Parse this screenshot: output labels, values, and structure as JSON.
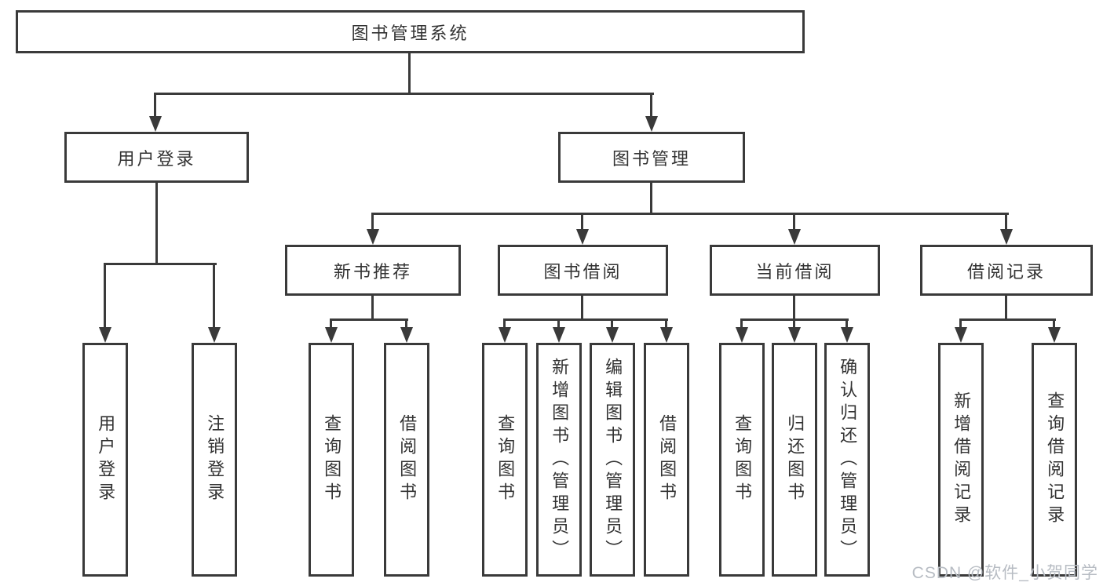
{
  "nodes": {
    "root": {
      "label": "图书管理系统"
    },
    "user_login": {
      "label": "用户登录"
    },
    "book_management": {
      "label": "图书管理"
    },
    "new_book_recommend": {
      "label": "新书推荐"
    },
    "book_borrowing": {
      "label": "图书借阅"
    },
    "current_borrowing": {
      "label": "当前借阅"
    },
    "borrowing_records": {
      "label": "借阅记录"
    },
    "leaf_user_login": {
      "label": "用户登录"
    },
    "leaf_logout": {
      "label": "注销登录"
    },
    "leaf_recommend_query_books": {
      "label": "查询图书"
    },
    "leaf_recommend_borrow_books": {
      "label": "借阅图书"
    },
    "leaf_borrowing_query_books": {
      "label": "查询图书"
    },
    "leaf_borrowing_add_books": {
      "label": "新增图书（管理员）"
    },
    "leaf_borrowing_edit_books": {
      "label": "编辑图书（管理员）"
    },
    "leaf_borrowing_borrow_books": {
      "label": "借阅图书"
    },
    "leaf_current_query_books": {
      "label": "查询图书"
    },
    "leaf_current_return_books": {
      "label": "归还图书"
    },
    "leaf_current_confirm_return": {
      "label": "确认归还（管理员）"
    },
    "leaf_records_add_record": {
      "label": "新增借阅记录"
    },
    "leaf_records_query_record": {
      "label": "查询借阅记录"
    }
  },
  "watermark": {
    "text": "CSDN @软件_小贺同学"
  },
  "colors": {
    "line": "#3a3a3a",
    "text": "#333333",
    "bg": "#ffffff",
    "watermark": "#b7bcc3"
  }
}
